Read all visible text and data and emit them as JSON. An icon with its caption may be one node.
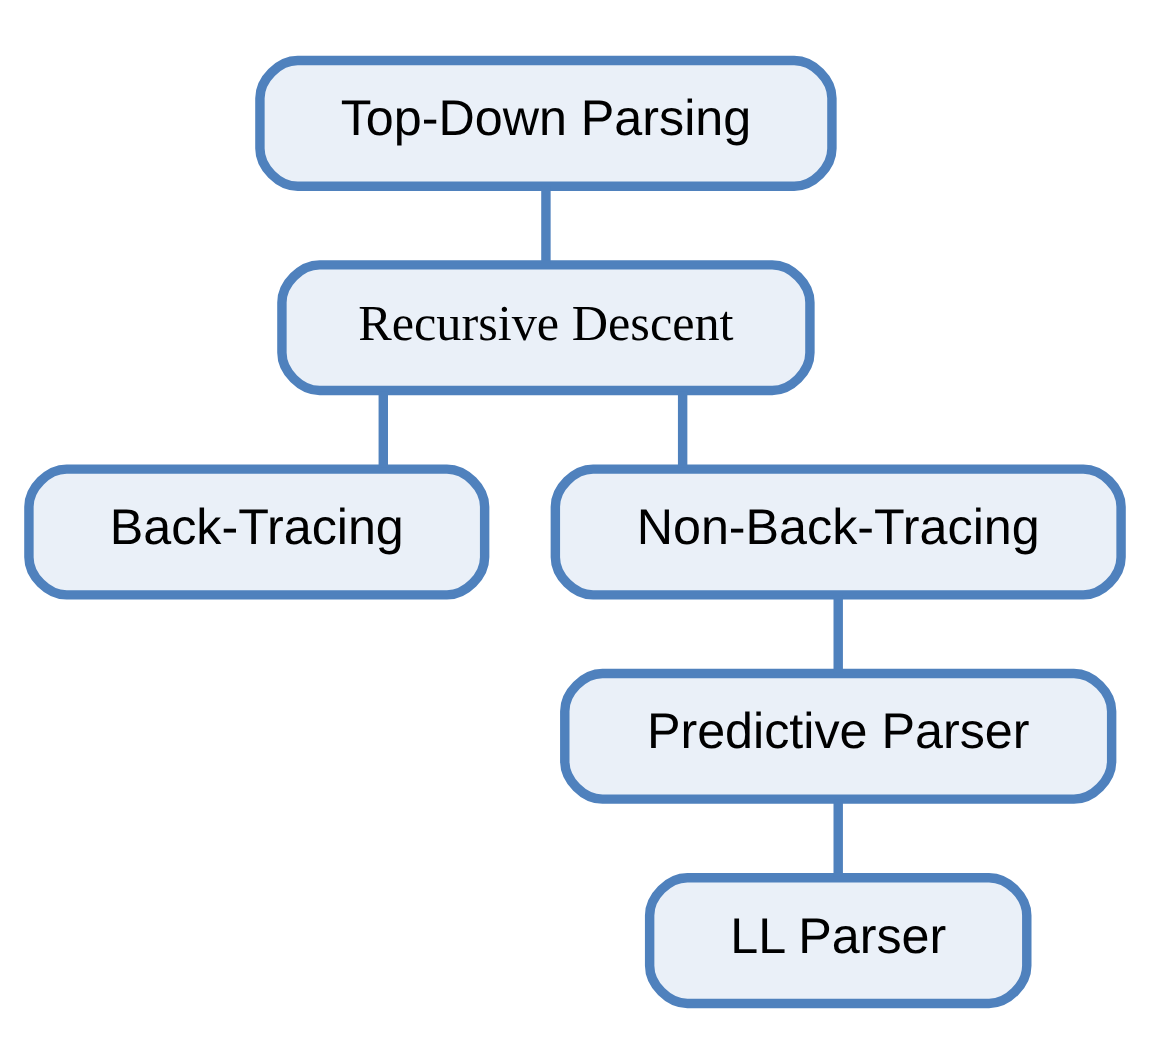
{
  "diagram": {
    "nodes": [
      {
        "text": [
          "Top-Down Parsing"
        ]
      },
      {
        "text": [
          "Recursive Descent"
        ]
      },
      {
        "text": [
          "Back-Tracing"
        ]
      },
      {
        "text": [
          "Non-Back-Tracing"
        ]
      },
      {
        "text": [
          "Predictive Parser"
        ]
      },
      {
        "text": [
          "LL Parser"
        ]
      }
    ],
    "edges": [
      {
        "from": 0,
        "to": 1,
        "arrow": "none"
      },
      {
        "from": 1,
        "to": 2,
        "arrow": "none"
      },
      {
        "from": 1,
        "to": 3,
        "arrow": "none"
      },
      {
        "from": 3,
        "to": 4,
        "arrow": "none"
      },
      {
        "from": 4,
        "to": 5,
        "arrow": "none"
      }
    ]
  }
}
